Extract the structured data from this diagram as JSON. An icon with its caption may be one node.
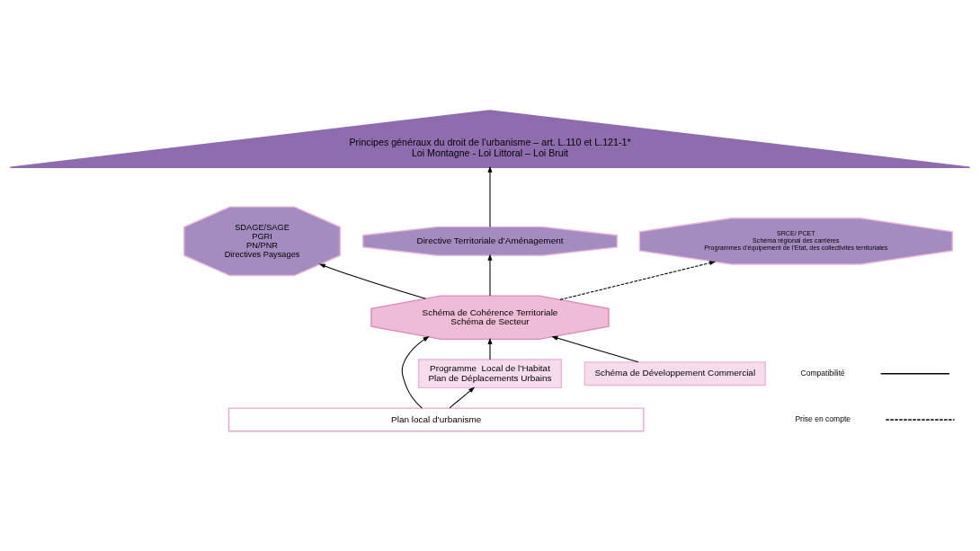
{
  "diagram": {
    "nodes": [
      {
        "text": [
          "Principes généraux du droit de l’urbanisme – art. L.110 et L.121-1*",
          "Loi Montagne - Loi Littoral – Loi Bruit"
        ]
      },
      {
        "text": [
          "SDAGE/SAGE",
          "PGRI",
          "PN/PNR",
          "Directives Paysages"
        ]
      },
      {
        "text": [
          "Directive Territoriale d’Aménagement"
        ]
      },
      {
        "text": [
          "SRCE/ PCET",
          "Schéma régional des carrières",
          "Programmes d’équipement de l’Etat, des collectivités territoriales"
        ]
      },
      {
        "text": [
          "Schéma de Cohérence Territoriale",
          "Schéma de Secteur"
        ]
      },
      {
        "text": [
          "Programme  Local de l’Habitat",
          "Plan de Déplacements Urbains"
        ]
      },
      {
        "text": [
          "Schéma de Développement Commercial"
        ]
      },
      {
        "text": [
          "Plan local d’urbanisme"
        ]
      }
    ],
    "edges": [
      {
        "from": 2,
        "to": 0,
        "arrow": "to"
      },
      {
        "from": 4,
        "to": 2,
        "arrow": "to"
      },
      {
        "from": 4,
        "to": 1,
        "arrow": "to"
      },
      {
        "from": 4,
        "to": 3,
        "arrow": "to",
        "style": "dashed"
      },
      {
        "from": 5,
        "to": 4,
        "arrow": "to"
      },
      {
        "from": 7,
        "to": 4,
        "arrow": "to"
      },
      {
        "from": 6,
        "to": 4,
        "arrow": "to"
      },
      {
        "from": 7,
        "to": 5,
        "arrow": "to"
      }
    ],
    "legend": [
      {
        "text": "Compatibilité"
      },
      {
        "text": "Prise en compte"
      }
    ]
  }
}
